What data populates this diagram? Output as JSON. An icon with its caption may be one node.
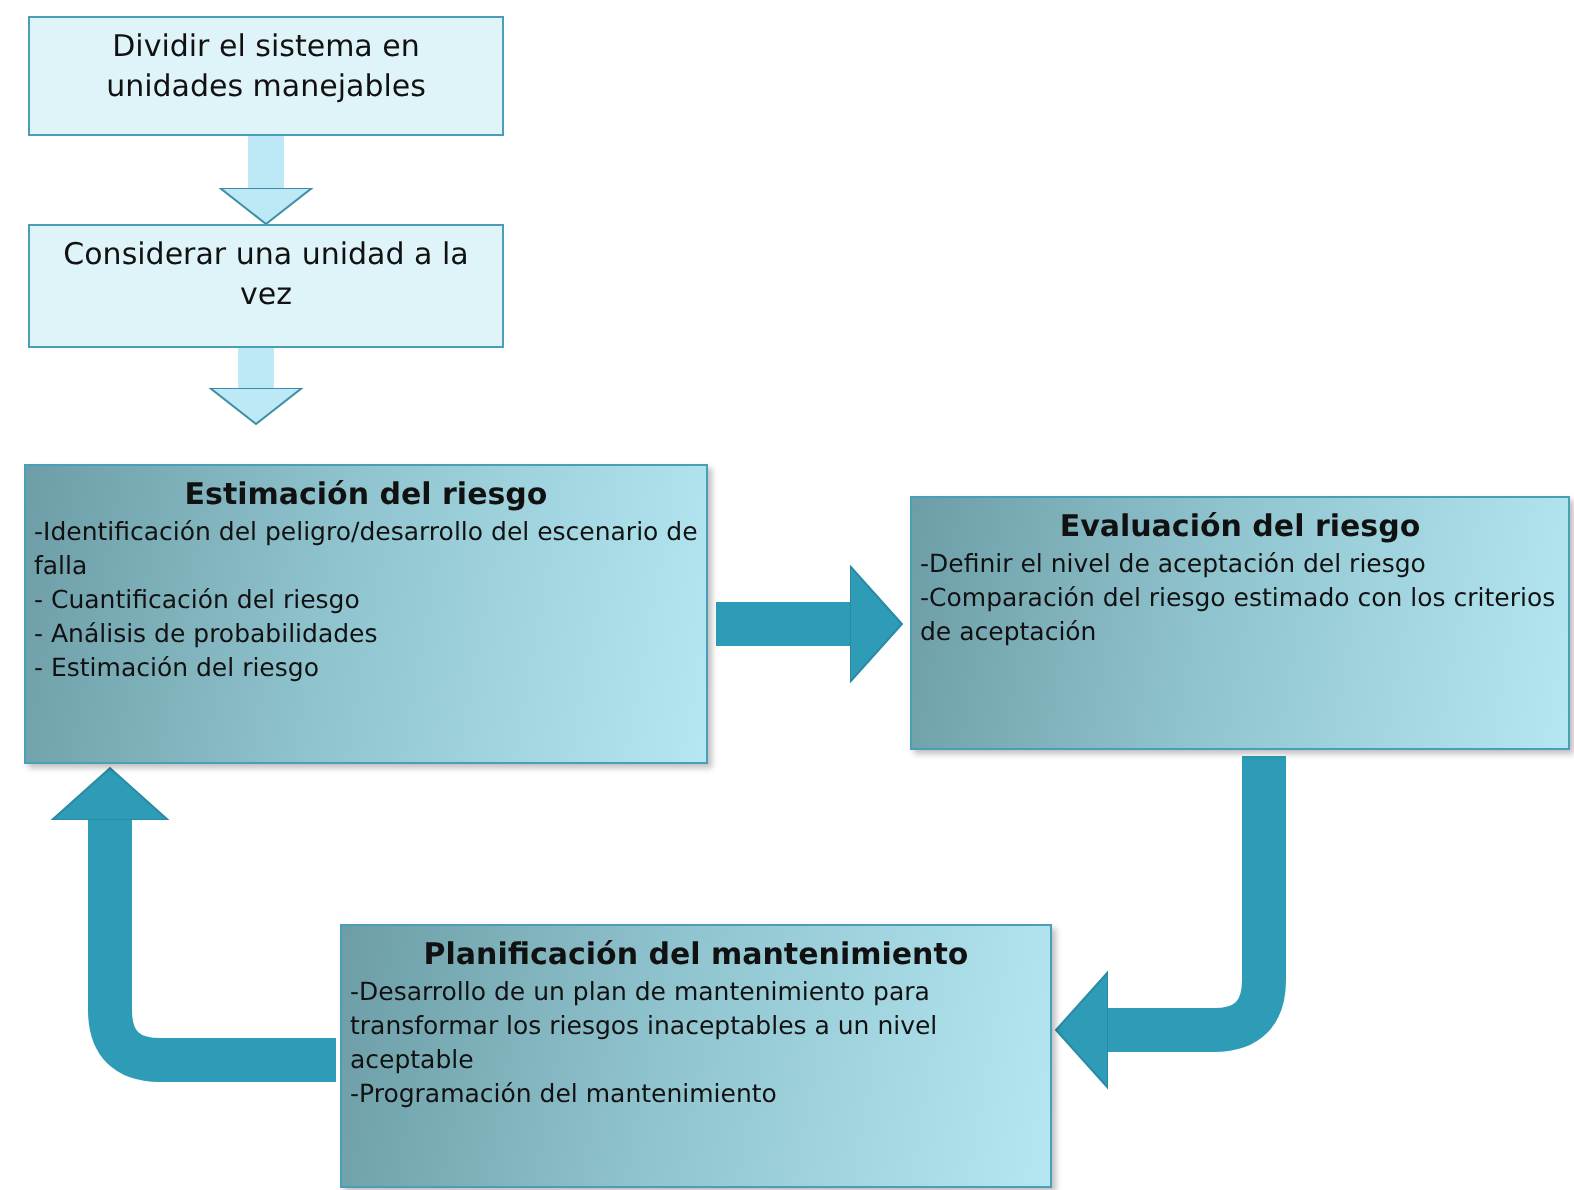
{
  "diagram": {
    "nodes": [
      {
        "text": [
          "Dividir el sistema en unidades manejables"
        ]
      },
      {
        "text": [
          "Considerar una unidad a la vez"
        ]
      },
      {
        "text": [
          "Estimación del riesgo",
          "-Identificación del peligro/desarrollo del escenario de falla",
          "- Cuantificación del riesgo",
          "- Análisis de probabilidades",
          "- Estimación del riesgo"
        ]
      },
      {
        "text": [
          "Evaluación del riesgo",
          "-Definir el nivel de aceptación del riesgo",
          "-Comparación del riesgo estimado con los criterios de aceptación"
        ]
      },
      {
        "text": [
          "Planificación del mantenimiento",
          "-Desarrollo de un plan de mantenimiento para transformar los riesgos inaceptables a un nivel aceptable",
          "-Programación del mantenimiento"
        ]
      }
    ],
    "edges": [
      {
        "from": 0,
        "to": 1,
        "arrow": "to",
        "color": "#bde8f5"
      },
      {
        "from": 1,
        "to": 2,
        "arrow": "to",
        "color": "#bde8f5"
      },
      {
        "from": 2,
        "to": 3,
        "arrow": "to"
      },
      {
        "from": 3,
        "to": 4,
        "arrow": "to"
      },
      {
        "from": 4,
        "to": 2,
        "arrow": "to"
      }
    ]
  }
}
